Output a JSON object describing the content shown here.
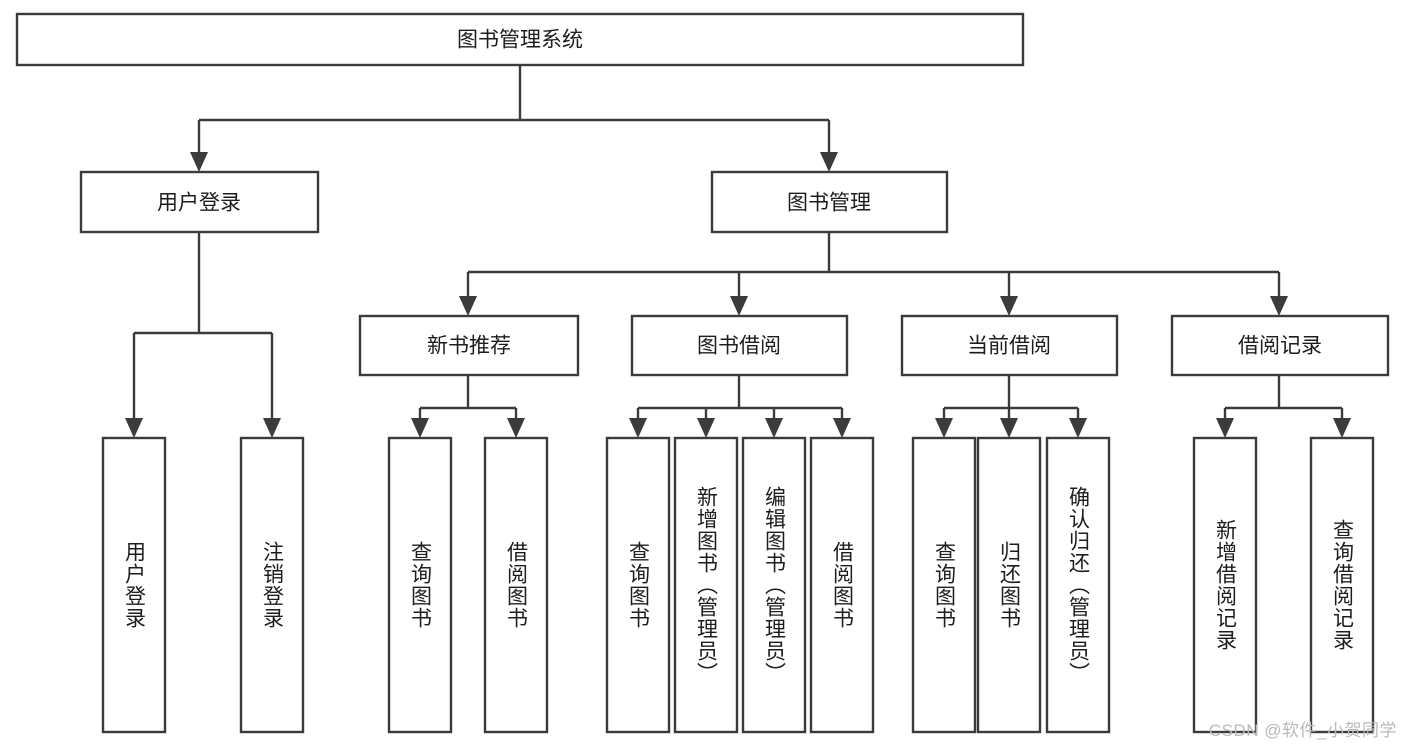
{
  "diagram": {
    "title": "图书管理系统",
    "type": "tree",
    "watermark": "CSDN @软件_小贺同学",
    "colors": {
      "stroke": "#3b3b3b",
      "box_fill": "#ffffff",
      "text": "#1d1d1d",
      "background": "#ffffff",
      "watermark": "#b9b9b9"
    },
    "levels": {
      "root": {
        "label": "图书管理系统"
      },
      "level2": [
        {
          "id": "user-login",
          "label": "用户登录"
        },
        {
          "id": "book-manage",
          "label": "图书管理"
        }
      ],
      "level3": [
        {
          "id": "new-book-rec",
          "label": "新书推荐"
        },
        {
          "id": "book-borrow",
          "label": "图书借阅"
        },
        {
          "id": "current-borrow",
          "label": "当前借阅"
        },
        {
          "id": "borrow-record",
          "label": "借阅记录"
        }
      ],
      "leaves": {
        "user_login": [
          {
            "id": "leaf-user-login",
            "label": "用户登录"
          },
          {
            "id": "leaf-logout-login",
            "label": "注销登录"
          }
        ],
        "new_book_rec": [
          {
            "id": "leaf-query-book-1",
            "label": "查询图书"
          },
          {
            "id": "leaf-borrow-book-1",
            "label": "借阅图书"
          }
        ],
        "book_borrow": [
          {
            "id": "leaf-query-book-2",
            "label": "查询图书"
          },
          {
            "id": "leaf-add-book",
            "label": "新增图书（管理员）"
          },
          {
            "id": "leaf-edit-book",
            "label": "编辑图书（管理员）"
          },
          {
            "id": "leaf-borrow-book-2",
            "label": "借阅图书"
          }
        ],
        "current_borrow": [
          {
            "id": "leaf-query-book-3",
            "label": "查询图书"
          },
          {
            "id": "leaf-return-book",
            "label": "归还图书"
          },
          {
            "id": "leaf-confirm-return",
            "label": "确认归还（管理员）"
          }
        ],
        "borrow_record": [
          {
            "id": "leaf-add-record",
            "label": "新增借阅记录"
          },
          {
            "id": "leaf-query-record",
            "label": "查询借阅记录"
          }
        ]
      }
    }
  }
}
